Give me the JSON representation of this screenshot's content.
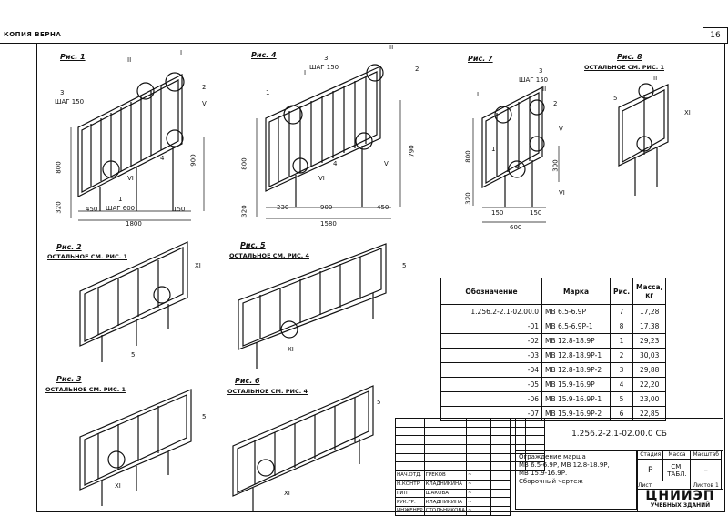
{
  "header": {
    "copy_label": "КОПИЯ ВЕРНА",
    "page_number": "16"
  },
  "figures": {
    "fig1": {
      "label": "Рис. 1",
      "callouts": [
        "II",
        "I",
        "3",
        "ШАГ 150",
        "2",
        "V",
        "4",
        "VI",
        "1",
        "ШАГ 600"
      ],
      "dims": [
        "800",
        "320",
        "900",
        "450",
        "150",
        "1800"
      ]
    },
    "fig4": {
      "label": "Рис. 4",
      "callouts": [
        "II",
        "3",
        "ШАГ 150",
        "2",
        "I",
        "1",
        "4",
        "VI",
        "V"
      ],
      "dims": [
        "800",
        "320",
        "790",
        "230",
        "900",
        "450",
        "1580"
      ]
    },
    "fig7": {
      "label": "Рис. 7",
      "callouts": [
        "3",
        "ШАГ 150",
        "I",
        "II",
        "2",
        "1",
        "V",
        "4",
        "VI"
      ],
      "dims": [
        "800",
        "320",
        "300",
        "150",
        "150",
        "600"
      ]
    },
    "fig8": {
      "label": "Рис. 8",
      "note": "ОСТАЛЬНОЕ СМ. РИС. 1",
      "callouts": [
        "II",
        "5",
        "XI"
      ]
    },
    "fig2": {
      "label": "Рис. 2",
      "note": "ОСТАЛЬНОЕ СМ. РИС. 1",
      "callouts": [
        "XI",
        "5"
      ]
    },
    "fig5": {
      "label": "Рис. 5",
      "note": "ОСТАЛЬНОЕ СМ. РИС. 4",
      "callouts": [
        "5",
        "XI"
      ]
    },
    "fig3": {
      "label": "Рис. 3",
      "note": "ОСТАЛЬНОЕ СМ. РИС. 1",
      "callouts": [
        "5",
        "XI"
      ]
    },
    "fig6": {
      "label": "Рис. 6",
      "note": "ОСТАЛЬНОЕ СМ. РИС. 4",
      "callouts": [
        "5",
        "XI"
      ]
    }
  },
  "spec_table": {
    "headers": [
      "Обозначение",
      "Марка",
      "Рис.",
      "Масса, кг"
    ],
    "rows": [
      [
        "1.256.2-2.1-02.00.0",
        "МВ 6.5-6.9Р",
        "7",
        "17,28"
      ],
      [
        "-01",
        "МВ 6.5-6.9Р-1",
        "8",
        "17,38"
      ],
      [
        "-02",
        "МВ 12.8-18.9Р",
        "1",
        "29,23"
      ],
      [
        "-03",
        "МВ 12.8-18.9Р-1",
        "2",
        "30,03"
      ],
      [
        "-04",
        "МВ 12.8-18.9Р-2",
        "3",
        "29,88"
      ],
      [
        "-05",
        "МВ 15.9-16.9Р",
        "4",
        "22,20"
      ],
      [
        "-06",
        "МВ 15.9-16.9Р-1",
        "5",
        "23,00"
      ],
      [
        "-07",
        "МВ 15.9-16.9Р-2",
        "6",
        "22,85"
      ]
    ]
  },
  "title_block": {
    "code": "1.256.2-2.1-02.00.0 СБ",
    "description": [
      "Ограждение марша",
      "МВ 6.5-6.9Р, МВ 12.8-18.9Р,",
      "МВ 15.9-16.9Р.",
      "Сборочный чертеж"
    ],
    "stage_headers": [
      "Стадия",
      "Масса",
      "Масштаб"
    ],
    "stage_values": [
      "Р",
      "СМ. ТАБЛ.",
      "–"
    ],
    "sheet_label": "Лист",
    "sheets_label": "Листов 1",
    "org": "ЦНИИЭП",
    "org_sub": "УЧЕБНЫХ ЗДАНИЙ",
    "signatures": [
      [
        "НАЧ.ОТД.",
        "ГРЕКОВ"
      ],
      [
        "Н.КОНТР.",
        "КЛАДНИКИНА"
      ],
      [
        "ГИП",
        "ШАКОВА"
      ],
      [
        "РУК.ГР.",
        "КЛАДНИКИНА"
      ],
      [
        "ИНЖЕНЕР",
        "СТОЛЬНИКОВА"
      ]
    ]
  }
}
